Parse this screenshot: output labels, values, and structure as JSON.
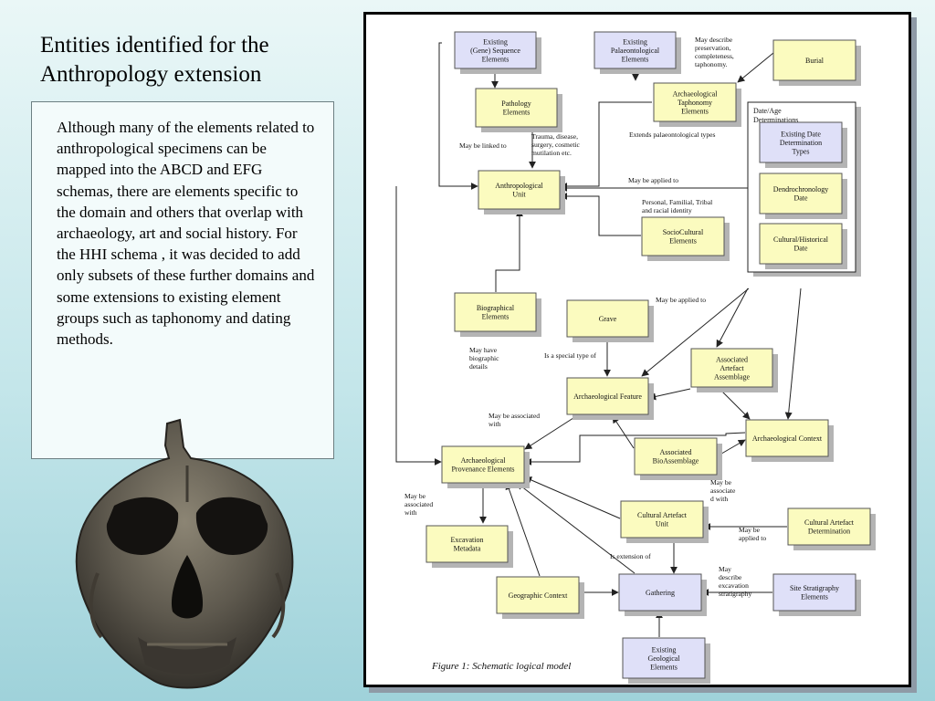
{
  "slide": {
    "title_line1": "Entities identified for the",
    "title_line2": "Anthropology extension",
    "body": "Although many of the elements related to anthropological specimens can be mapped into the ABCD and EFG schemas, there are elements specific to the domain and others that overlap with archaeology, art and social history.  For the HHI schema , it was decided to add only subsets of these further domains and some extensions to existing element groups such as taphonomy and dating methods."
  },
  "colors": {
    "existing_box": "#dfe0f8",
    "new_box": "#fbfbbf",
    "box_border": "#555555",
    "shadow": "#b4b4b4",
    "arrow": "#222222"
  },
  "diagram": {
    "caption": "Figure 1: Schematic logical model",
    "group_title": [
      "Date/Age",
      "Determinations"
    ],
    "nodes": [
      {
        "id": "gene",
        "kind": "existing",
        "lines": [
          "Existing",
          "(Gene) Sequence",
          "Elements"
        ]
      },
      {
        "id": "palaeo",
        "kind": "existing",
        "lines": [
          "Existing",
          "Palaeontological",
          "Elements"
        ]
      },
      {
        "id": "burial",
        "kind": "new",
        "lines": [
          "Burial"
        ]
      },
      {
        "id": "pathology",
        "kind": "new",
        "lines": [
          "Pathology",
          "Elements"
        ]
      },
      {
        "id": "taphonomy",
        "kind": "new",
        "lines": [
          "Archaeological",
          "Taphonomy",
          "Elements"
        ]
      },
      {
        "id": "anthro",
        "kind": "new",
        "lines": [
          "Anthropological",
          "Unit"
        ]
      },
      {
        "id": "existdate",
        "kind": "existing",
        "lines": [
          "Existing Date",
          "Determination",
          "Types"
        ]
      },
      {
        "id": "dendro",
        "kind": "new",
        "lines": [
          "Dendrochronology",
          "Date"
        ]
      },
      {
        "id": "sociocultural",
        "kind": "new",
        "lines": [
          "SocioCultural",
          "Elements"
        ]
      },
      {
        "id": "culturaldate",
        "kind": "new",
        "lines": [
          "Cultural/Historical",
          "Date"
        ]
      },
      {
        "id": "biographical",
        "kind": "new",
        "lines": [
          "Biographical",
          "Elements"
        ]
      },
      {
        "id": "grave",
        "kind": "new",
        "lines": [
          "Grave"
        ]
      },
      {
        "id": "artefactassemblage",
        "kind": "new",
        "lines": [
          "Associated",
          "Artefact",
          "Assemblage"
        ]
      },
      {
        "id": "feature",
        "kind": "new",
        "lines": [
          "Archaeological Feature"
        ]
      },
      {
        "id": "context",
        "kind": "new",
        "lines": [
          "Archaeological Context"
        ]
      },
      {
        "id": "bioassemblage",
        "kind": "new",
        "lines": [
          "Associated",
          "BioAssemblage"
        ]
      },
      {
        "id": "provenance",
        "kind": "new",
        "lines": [
          "Archaeological",
          "Provenance Elements"
        ]
      },
      {
        "id": "artefactunit",
        "kind": "new",
        "lines": [
          "Cultural Artefact",
          "Unit"
        ]
      },
      {
        "id": "artefactdet",
        "kind": "new",
        "lines": [
          "Cultural Artefact",
          "Determination"
        ]
      },
      {
        "id": "excavation",
        "kind": "new",
        "lines": [
          "Excavation",
          "Metadata"
        ]
      },
      {
        "id": "geographic",
        "kind": "new",
        "lines": [
          "Geographic Context"
        ]
      },
      {
        "id": "gathering",
        "kind": "existing",
        "lines": [
          "Gathering"
        ]
      },
      {
        "id": "stratigraphy",
        "kind": "existing",
        "lines": [
          "Site Stratigraphy",
          "Elements"
        ]
      },
      {
        "id": "geological",
        "kind": "existing",
        "lines": [
          "Existing",
          "Geological",
          "Elements"
        ]
      }
    ],
    "labels": [
      {
        "id": "preservation",
        "lines": [
          "May describe",
          "preservation,",
          "completeness,",
          "taphonomy."
        ]
      },
      {
        "id": "linked",
        "lines": [
          "May be linked to"
        ]
      },
      {
        "id": "trauma",
        "lines": [
          "Trauma, disease,",
          "surgery, cosmetic",
          "mutilation etc."
        ]
      },
      {
        "id": "extends",
        "lines": [
          "Extends palaeontological types"
        ]
      },
      {
        "id": "applied1",
        "lines": [
          "May be applied to"
        ]
      },
      {
        "id": "personal",
        "lines": [
          "Personal, Familial, Tribal",
          "and racial identity"
        ]
      },
      {
        "id": "applied2",
        "lines": [
          "May be applied to"
        ]
      },
      {
        "id": "biographic",
        "lines": [
          "May have",
          "biographic",
          "details"
        ]
      },
      {
        "id": "specialtype",
        "lines": [
          "Is a special type of"
        ]
      },
      {
        "id": "assoc1",
        "lines": [
          "May be associated",
          "with"
        ]
      },
      {
        "id": "assoc2",
        "lines": [
          "May be",
          "associated",
          "with"
        ]
      },
      {
        "id": "assoc3",
        "lines": [
          "May be",
          "associate",
          "d with"
        ]
      },
      {
        "id": "applied3",
        "lines": [
          "May be",
          "applied to"
        ]
      },
      {
        "id": "extension",
        "lines": [
          "Is extension of"
        ]
      },
      {
        "id": "excavstrat",
        "lines": [
          "May",
          "describe",
          "excavation",
          "stratigraphy"
        ]
      }
    ]
  }
}
